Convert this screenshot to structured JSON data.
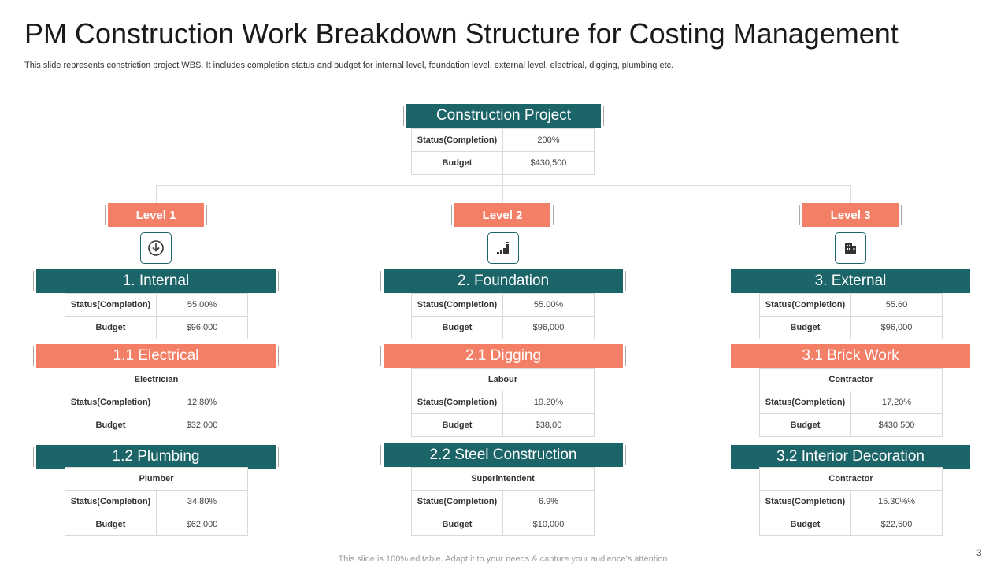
{
  "header": {
    "title": "PM Construction Work Breakdown Structure for Costing Management",
    "subtitle": "This slide represents constriction project WBS. It includes completion status and budget for internal level, foundation level, external level, electrical, digging, plumbing etc."
  },
  "root": {
    "title": "Construction Project",
    "rows": [
      {
        "key": "Status(Completion)",
        "value": "200%"
      },
      {
        "key": "Budget",
        "value": "$430,500"
      }
    ]
  },
  "columns": [
    {
      "level": "Level 1",
      "icon": "download-icon",
      "main": {
        "title": "1. Internal",
        "rows": [
          {
            "key": "Status(Completion)",
            "value": "55.00%"
          },
          {
            "key": "Budget",
            "value": "$96,000"
          }
        ]
      },
      "sub1": {
        "title": "1.1 Electrical",
        "role": "Electrician",
        "rows": [
          {
            "key": "Status(Completion)",
            "value": "12.80%"
          },
          {
            "key": "Budget",
            "value": "$32,000"
          }
        ]
      },
      "sub2": {
        "title": "1.2 Plumbing",
        "role": "Plumber",
        "rows": [
          {
            "key": "Status(Completion)",
            "value": "34.80%"
          },
          {
            "key": "Budget",
            "value": "$62,000"
          }
        ]
      }
    },
    {
      "level": "Level 2",
      "icon": "bar-chart-icon",
      "main": {
        "title": "2. Foundation",
        "rows": [
          {
            "key": "Status(Completion)",
            "value": "55.00%"
          },
          {
            "key": "Budget",
            "value": "$96,000"
          }
        ]
      },
      "sub1": {
        "title": "2.1 Digging",
        "role": "Labour",
        "rows": [
          {
            "key": "Status(Completion)",
            "value": "19.20%"
          },
          {
            "key": "Budget",
            "value": "$38,00"
          }
        ]
      },
      "sub2": {
        "title": "2.2 Steel Construction",
        "role": "Superintendent",
        "rows": [
          {
            "key": "Status(Completion)",
            "value": "6.9%"
          },
          {
            "key": "Budget",
            "value": "$10,000"
          }
        ]
      }
    },
    {
      "level": "Level 3",
      "icon": "building-icon",
      "main": {
        "title": "3. External",
        "rows": [
          {
            "key": "Status(Completion)",
            "value": "55.60"
          },
          {
            "key": "Budget",
            "value": "$96,000"
          }
        ]
      },
      "sub1": {
        "title": "3.1 Brick Work",
        "role": "Contractor",
        "rows": [
          {
            "key": "Status(Completion)",
            "value": "17,20%"
          },
          {
            "key": "Budget",
            "value": "$430,500"
          }
        ]
      },
      "sub2": {
        "title": "3.2 Interior Decoration",
        "role": "Contractor",
        "rows": [
          {
            "key": "Status(Completion)",
            "value": "15.30%%"
          },
          {
            "key": "Budget",
            "value": "$22,500"
          }
        ]
      }
    }
  ],
  "footer": {
    "note": "This slide is 100% editable. Adapt it to your needs & capture your audience’s attention.",
    "page": "3"
  },
  "colors": {
    "teal": "#1b6468",
    "coral": "#f47f67"
  }
}
